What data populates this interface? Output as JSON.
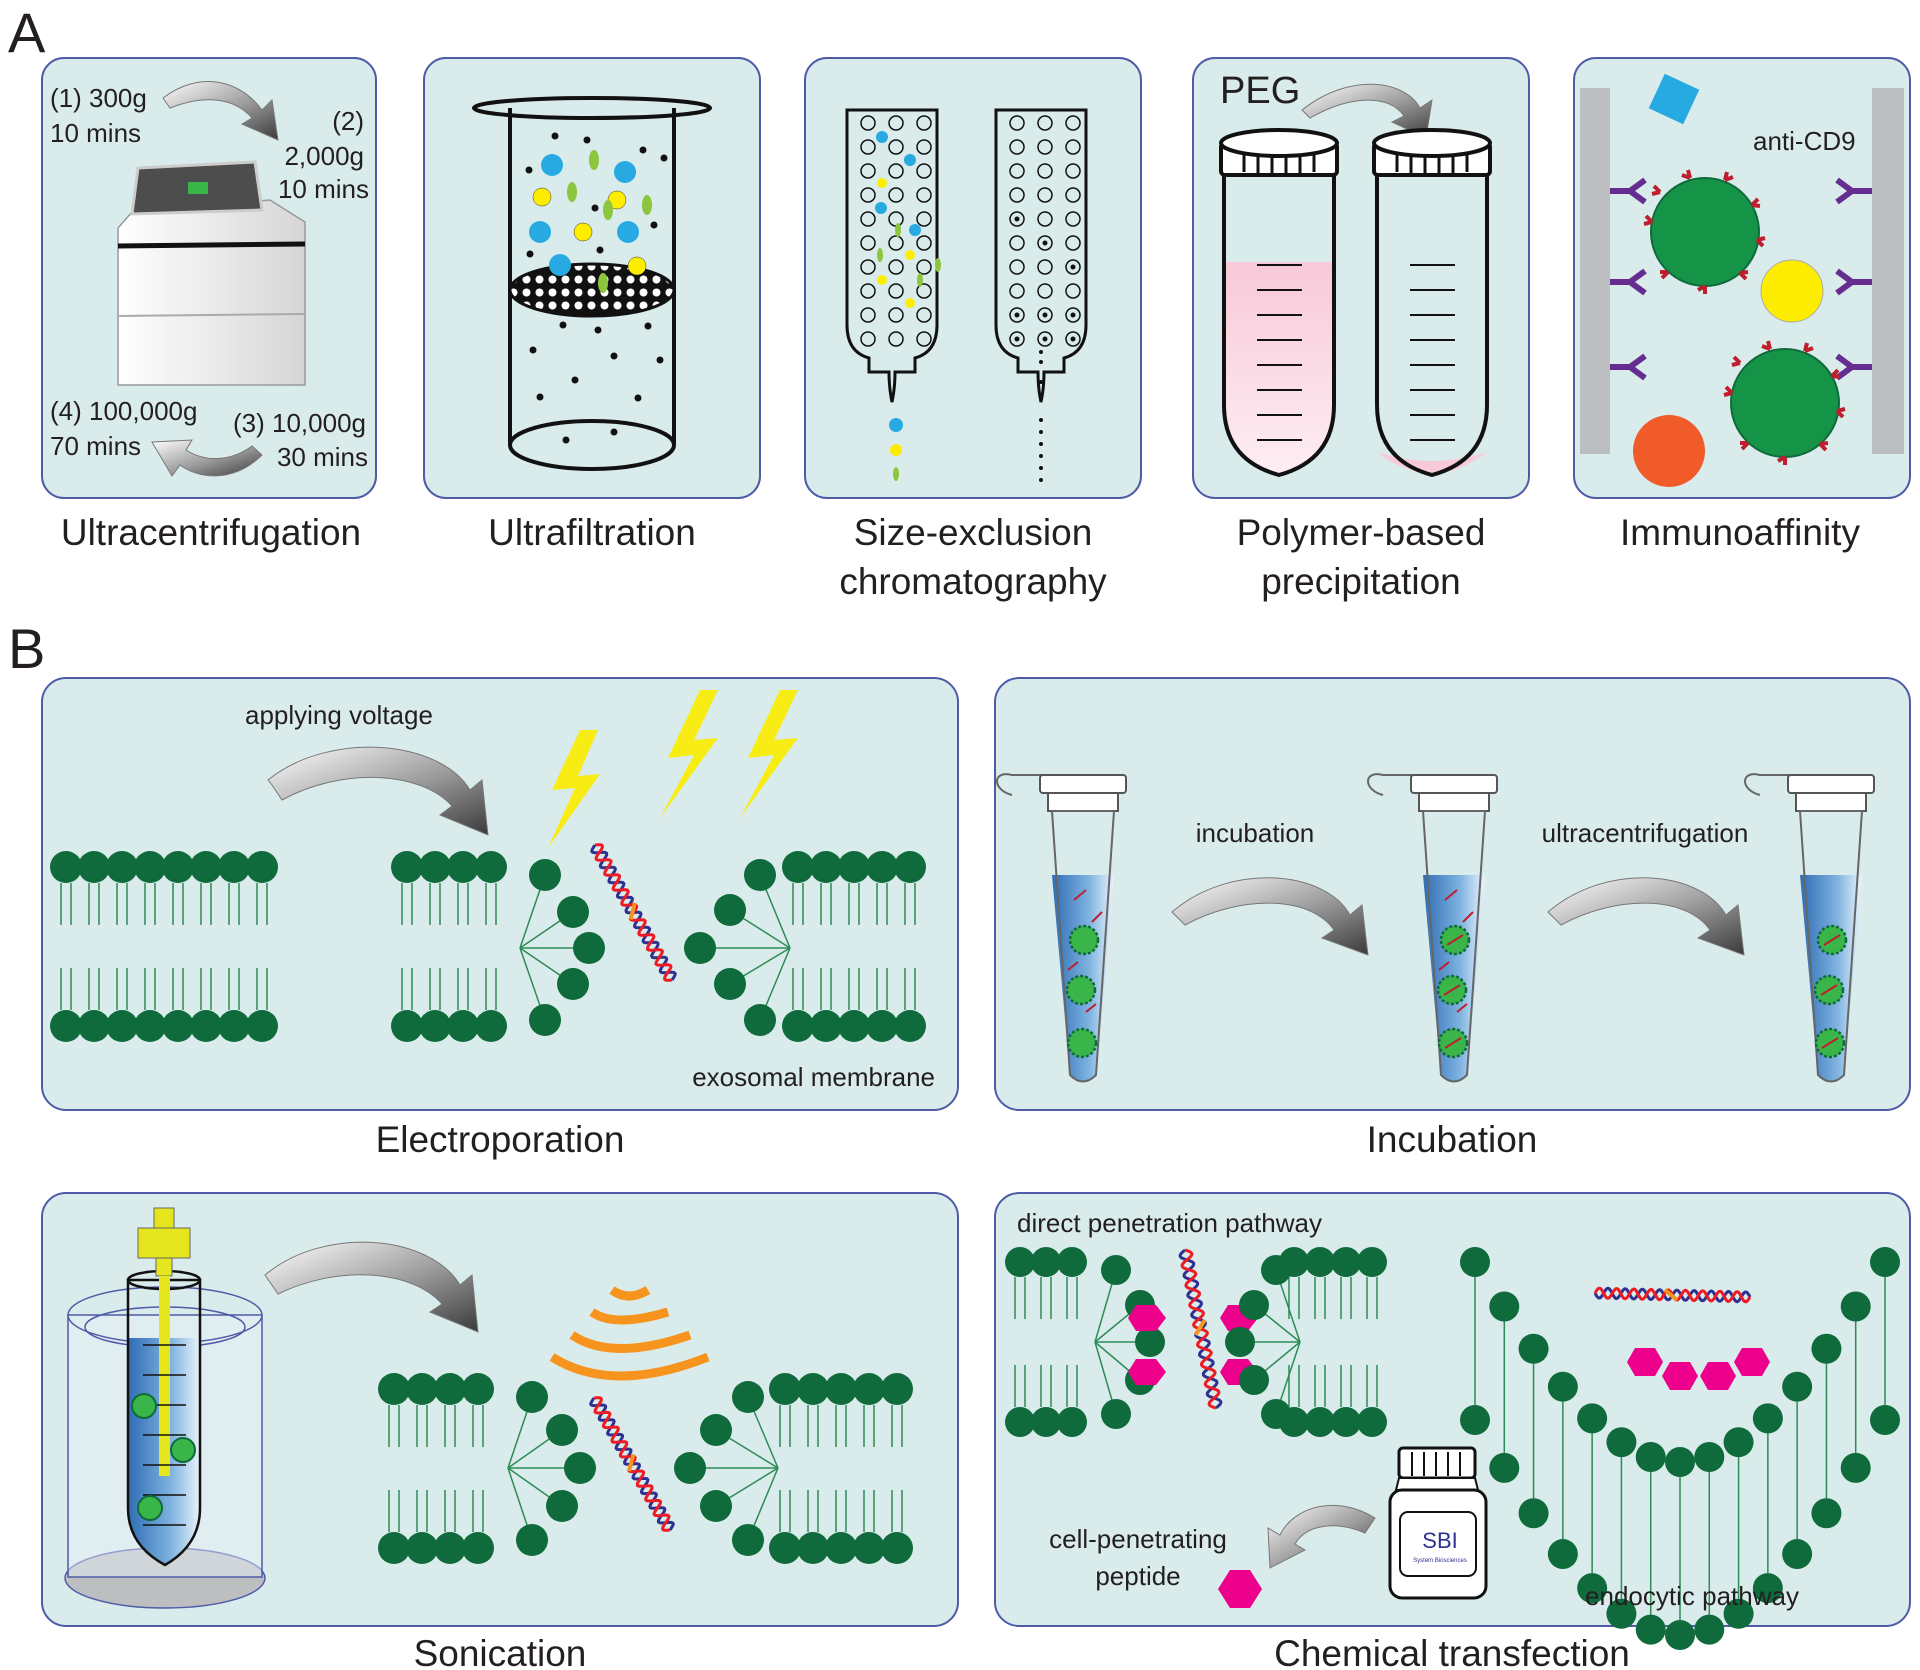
{
  "panels": {
    "a": "A",
    "b": "B"
  },
  "colors": {
    "panel_fill": "#d9eceb",
    "panel_border": "#4f5aa8",
    "lipid_head": "#0f6b3b",
    "lipid_tail": "#2e8b57",
    "exosome": "#159447",
    "lightning": "#f7ec13",
    "sonic_wave": "#f7941d",
    "peptide": "#ec008c",
    "antibody": "#662d91",
    "blue_particle": "#27aae1",
    "yellow_particle": "#ffed00",
    "green_particle": "#8cc63f"
  },
  "A": {
    "ultracentrifugation": {
      "step1": [
        "(1) 300g",
        "10 mins"
      ],
      "step2": [
        "(2)",
        "2,000g",
        "10 mins"
      ],
      "step3": [
        "(3) 10,000g",
        "30 mins"
      ],
      "step4": [
        "(4) 100,000g",
        "70 mins"
      ],
      "caption": "Ultracentrifugation"
    },
    "ultrafiltration": {
      "caption": "Ultrafiltration"
    },
    "sec": {
      "caption": [
        "Size-exclusion",
        "chromatography"
      ]
    },
    "polymer": {
      "peg": "PEG",
      "caption": [
        "Polymer-based",
        "precipitation"
      ]
    },
    "immuno": {
      "anti": "anti-CD9",
      "caption": "Immunoaffinity"
    }
  },
  "B": {
    "electroporation": {
      "applying": "applying voltage",
      "membrane": "exosomal membrane",
      "caption": "Electroporation"
    },
    "incubation": {
      "step1": "incubation",
      "step2": "ultracentrifugation",
      "caption": "Incubation"
    },
    "sonication": {
      "caption": "Sonication"
    },
    "chemical": {
      "direct": "direct penetration pathway",
      "cpp": [
        "cell-penetrating",
        "peptide"
      ],
      "endo": "endocytic pathway",
      "bottle_logo": "SBI",
      "bottle_sub": "System Biosciences",
      "caption": "Chemical transfection"
    }
  }
}
